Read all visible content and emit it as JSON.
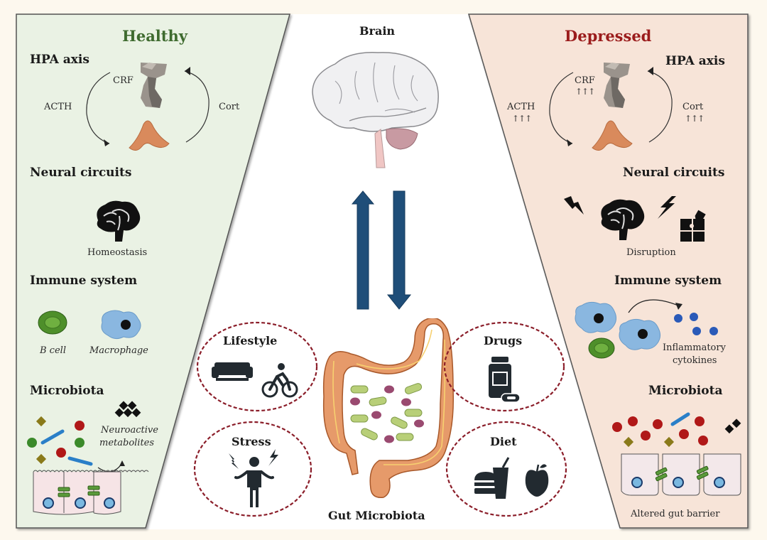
{
  "healthy": {
    "title": "Healthy",
    "hpa": {
      "heading": "HPA axis",
      "crf": "CRF",
      "acth": "ACTH",
      "cort": "Cort"
    },
    "neural": {
      "heading": "Neural circuits",
      "caption": "Homeostasis"
    },
    "immune": {
      "heading": "Immune system",
      "bcell": "B cell",
      "macrophage": "Macrophage"
    },
    "microbiota": {
      "heading": "Microbiota",
      "metabolites_line1": "Neuroactive",
      "metabolites_line2": "metabolites"
    }
  },
  "depressed": {
    "title": "Depressed",
    "hpa": {
      "heading": "HPA axis",
      "crf": "CRF",
      "acth": "ACTH",
      "cort": "Cort",
      "increase": "↑↑↑"
    },
    "neural": {
      "heading": "Neural circuits",
      "caption": "Disruption"
    },
    "immune": {
      "heading": "Immune system",
      "cytokines_line1": "Inflammatory",
      "cytokines_line2": "cytokines"
    },
    "microbiota": {
      "heading": "Microbiota",
      "caption": "Altered gut barrier"
    }
  },
  "center": {
    "brain_label": "Brain",
    "gut_label": "Gut Microbiota",
    "factors": [
      {
        "label": "Lifestyle",
        "icons": [
          "sofa-icon",
          "cyclist-icon"
        ]
      },
      {
        "label": "Drugs",
        "icons": [
          "pill-bottle-icon"
        ]
      },
      {
        "label": "Stress",
        "icons": [
          "stressed-person-icon"
        ]
      },
      {
        "label": "Diet",
        "icons": [
          "fast-food-icon",
          "apple-icon"
        ]
      }
    ]
  },
  "colors": {
    "healthy_bg": "#eaf2e4",
    "depressed_bg": "#f7e4d8",
    "healthy_title": "#3f6b2f",
    "depressed_title": "#9b1c1c",
    "arrow_blue": "#1f4e79",
    "dashed_ring": "#8b1e2a",
    "colon": "#e69a6a"
  }
}
